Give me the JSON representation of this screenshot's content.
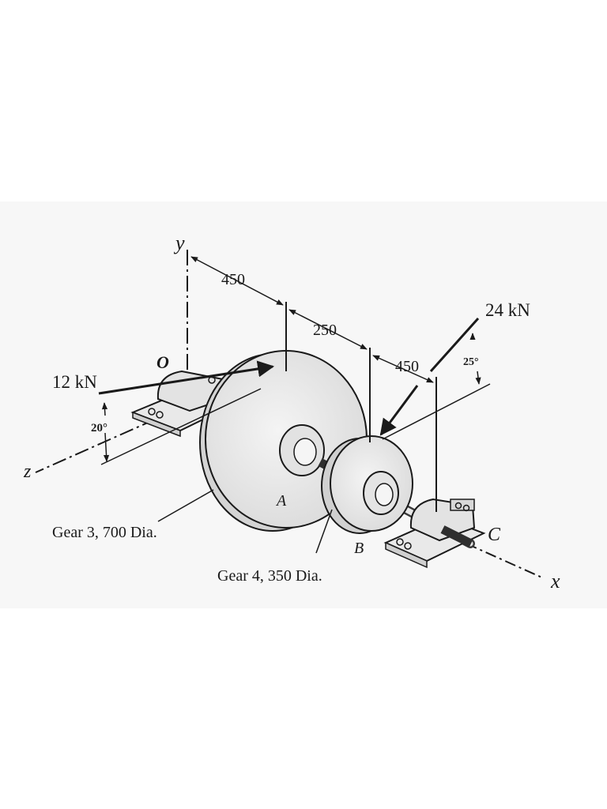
{
  "axes": {
    "x": "x",
    "y": "y",
    "z": "z"
  },
  "points": {
    "O": "O",
    "A": "A",
    "B": "B",
    "C": "C"
  },
  "dimensions": {
    "d1": "450",
    "d2": "250",
    "d3": "450"
  },
  "forces": {
    "left": {
      "magnitude": "12 kN",
      "angle": "20°"
    },
    "right": {
      "magnitude": "24 kN",
      "angle": "25°"
    }
  },
  "gears": {
    "gear3": "Gear 3, 700 Dia.",
    "gear4": "Gear 4, 350 Dia."
  }
}
